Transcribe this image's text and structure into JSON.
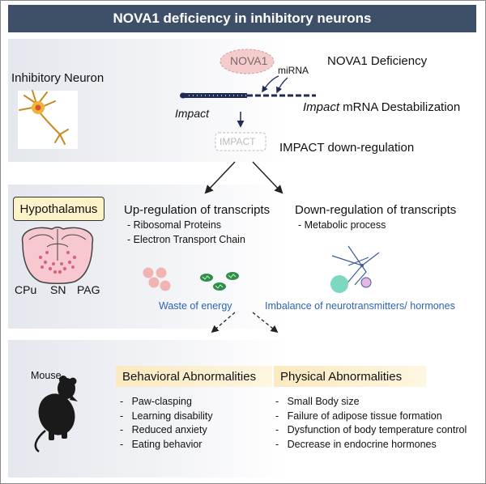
{
  "title": "NOVA1 deficiency in inhibitory neurons",
  "top": {
    "neuron_label": "Inhibitory Neuron",
    "nova1_label": "NOVA1",
    "mirna_label": "miRNA",
    "impact_label": "Impact",
    "impact_box_label": "IMPACT",
    "step1": "NOVA1 Deficiency",
    "step2_italic": "Impact",
    "step2_rest": " mRNA Destabilization",
    "step3": "IMPACT down-regulation"
  },
  "middle": {
    "region": "Hypothalamus",
    "brain_labels": [
      "CPu",
      "SN",
      "PAG"
    ],
    "up_title": "Up-regulation of transcripts",
    "up_items": [
      "- Ribosomal Proteins",
      "- Electron Transport Chain"
    ],
    "down_title": "Down-regulation of transcripts",
    "down_items": [
      "- Metabolic process"
    ],
    "waste_label": "Waste of energy",
    "imbalance_label": "Imbalance of neurotransmitters/ hormones"
  },
  "bottom": {
    "mouse_label": "Mouse",
    "behavioral_title": "Behavioral Abnormalities",
    "behavioral_items": [
      "Paw-clasping",
      "Learning disability",
      "Reduced anxiety",
      "Eating behavior"
    ],
    "physical_title": "Physical Abnormalities",
    "physical_items": [
      "Small Body size",
      "Failure of adipose tissue formation",
      "Dysfunction of body temperature control",
      "Decrease in endocrine hormones"
    ]
  },
  "colors": {
    "title_bg": "#3d5068",
    "accent_blue": "#2e63b8",
    "header_yellow": "#fbe9bf",
    "mrna_navy": "#1f2a55",
    "nova1_pink": "#f5cccc"
  }
}
